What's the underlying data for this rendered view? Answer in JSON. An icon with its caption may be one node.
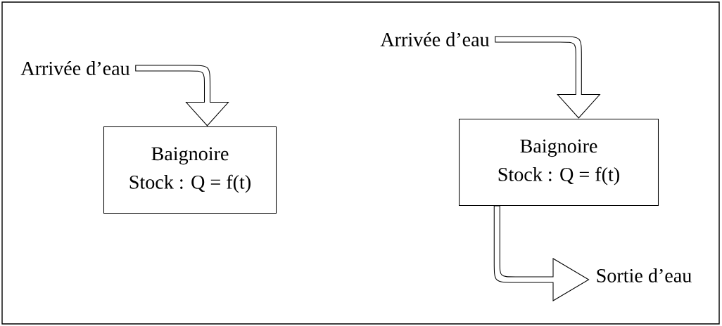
{
  "diagram": {
    "nodes": [
      {
        "text": [
          "Arrivée d’eau"
        ]
      },
      {
        "text": [
          "Baignoire",
          "Stock : Q = f(t)"
        ]
      },
      {
        "text": [
          "Arrivée d’eau"
        ]
      },
      {
        "text": [
          "Baignoire",
          "Stock : Q = f(t)"
        ]
      },
      {
        "text": [
          "Sortie d’eau"
        ]
      }
    ],
    "edges": [
      {
        "from": 0,
        "to": 1,
        "arrow": "to"
      },
      {
        "from": 2,
        "to": 3,
        "arrow": "to"
      },
      {
        "from": 3,
        "to": 4,
        "arrow": "to"
      }
    ]
  }
}
